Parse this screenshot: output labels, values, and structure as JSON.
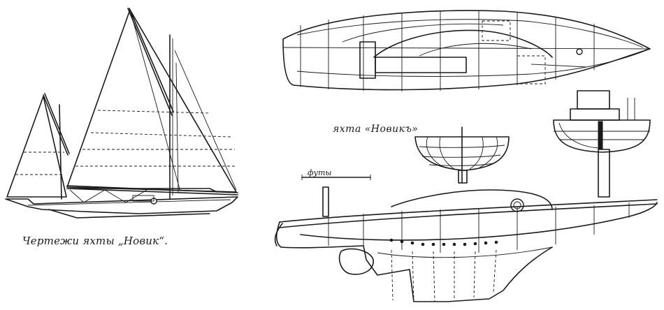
{
  "caption": "Чертежи яхты „Новик“.",
  "drawing_title": "яхта «Новикъ»",
  "scale_label": "футы"
}
